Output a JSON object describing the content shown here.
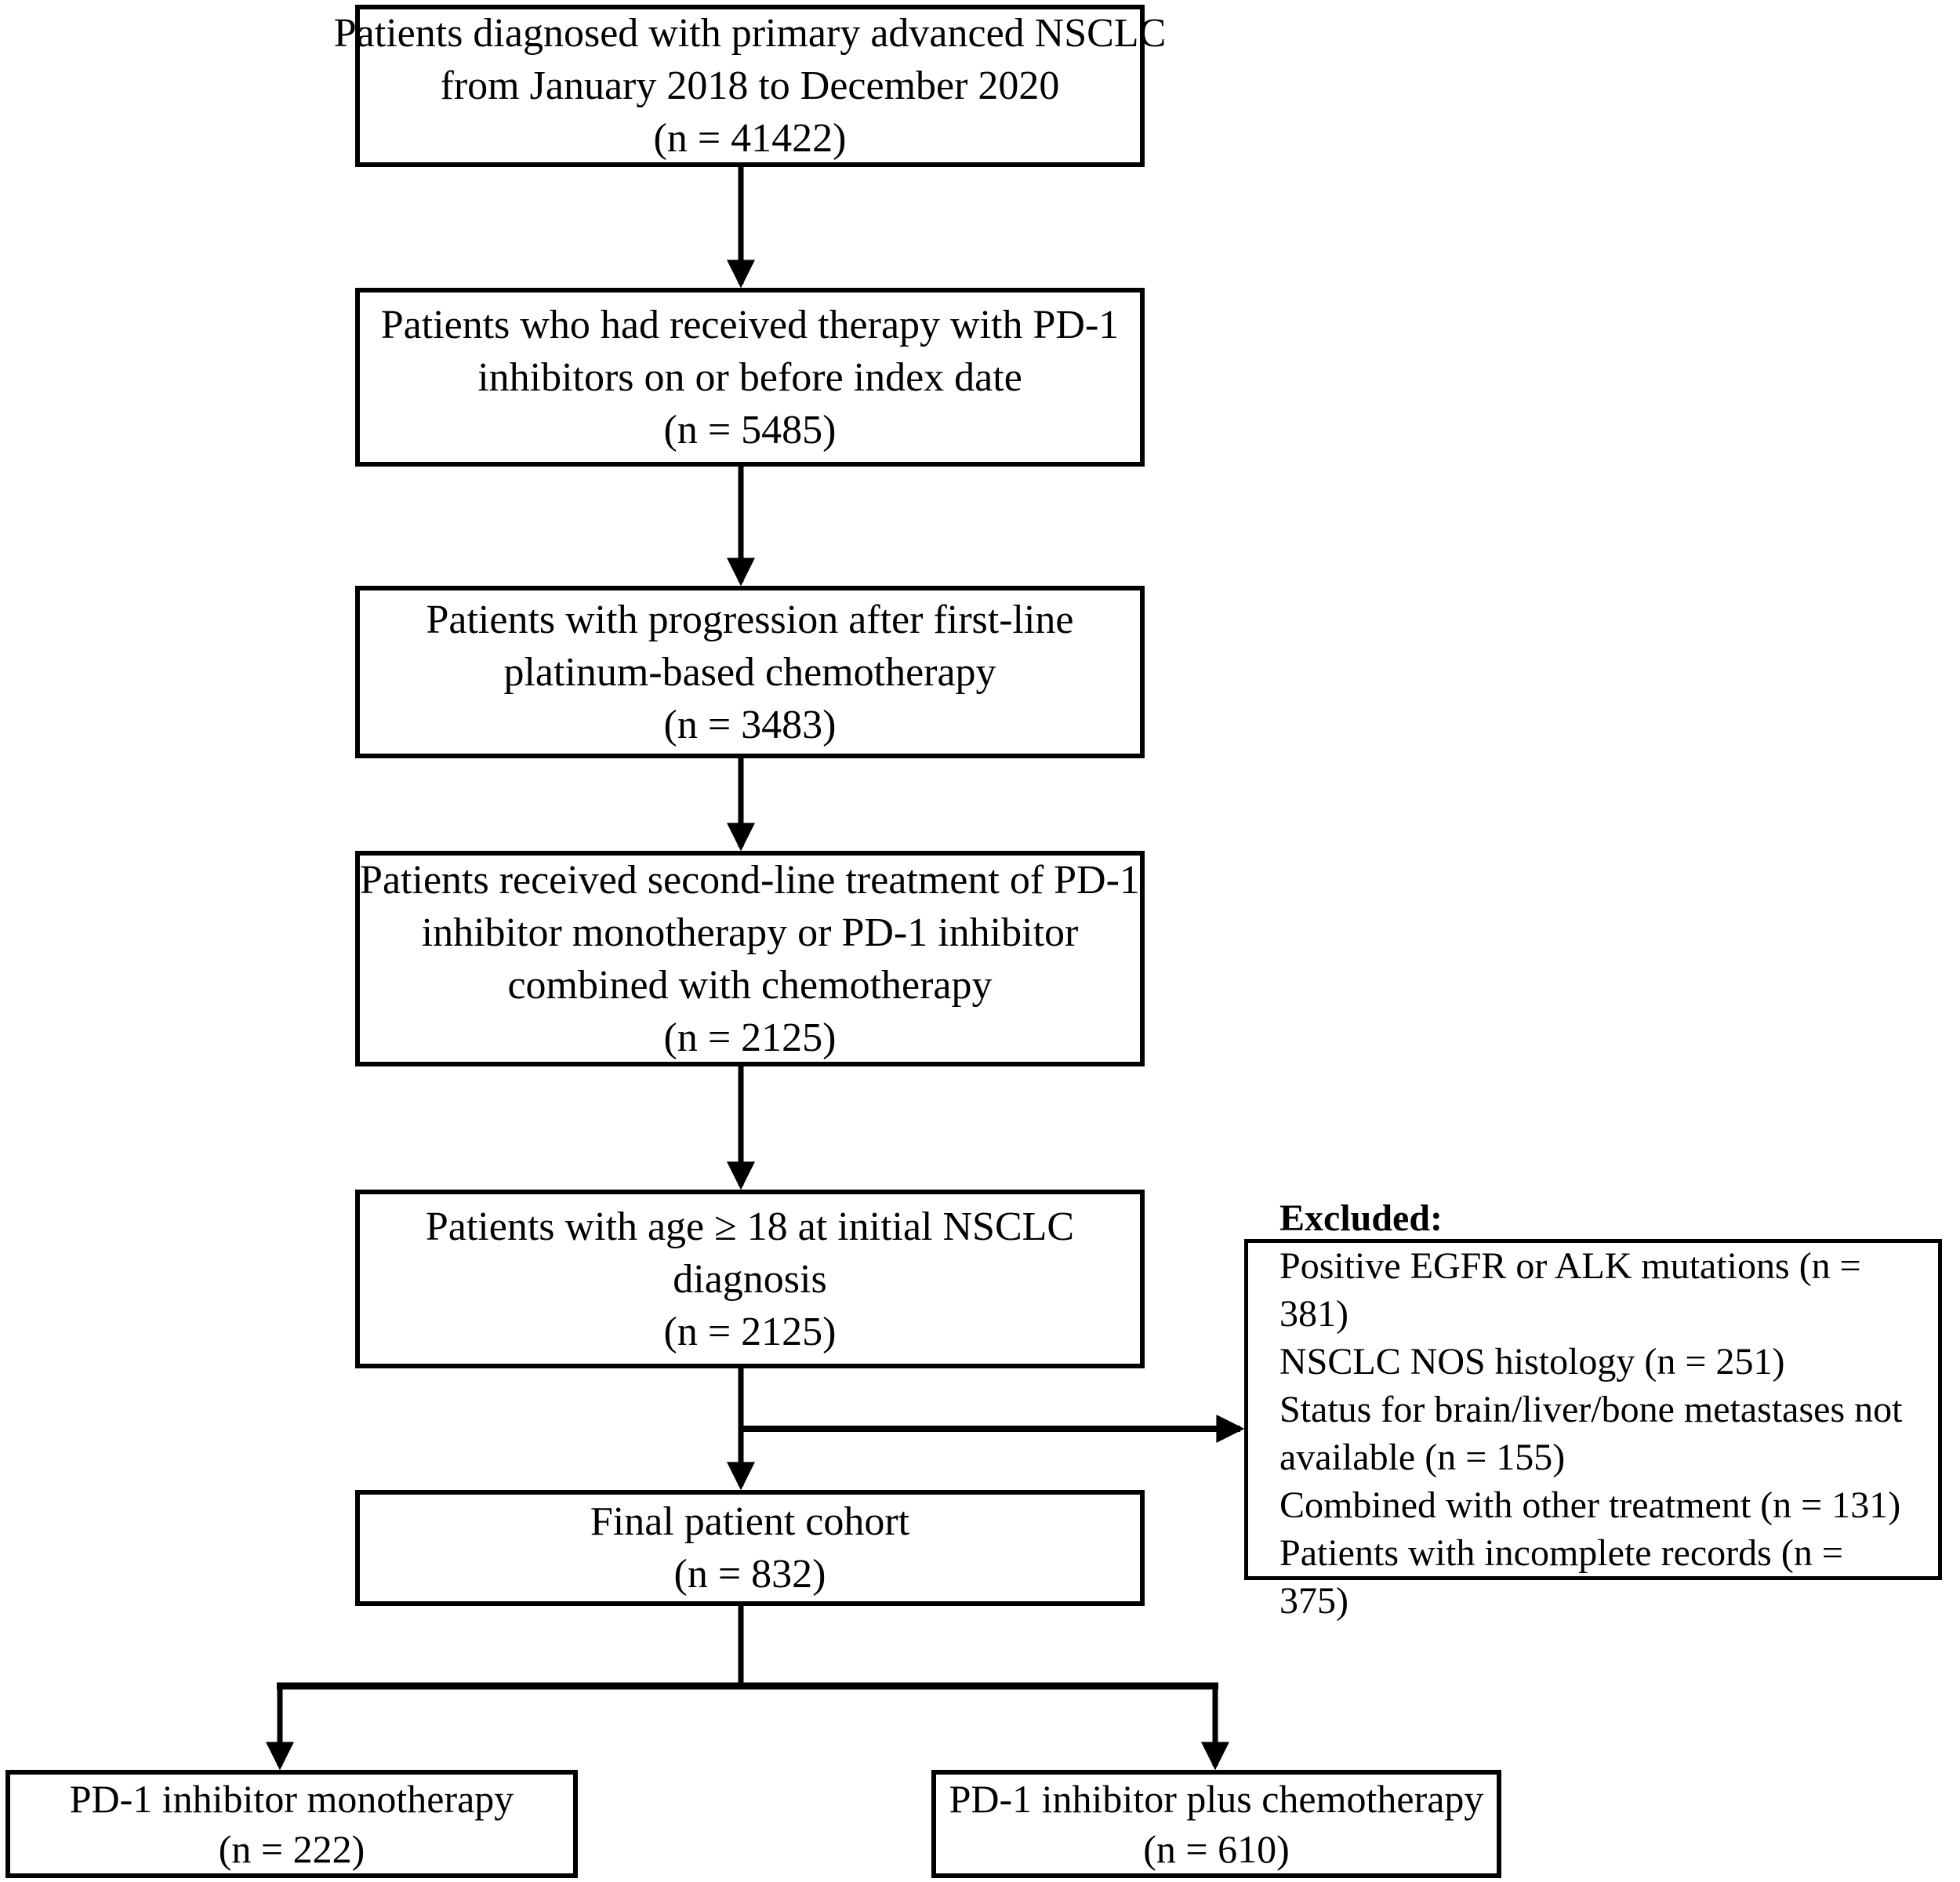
{
  "flowchart": {
    "boxes": {
      "diagnosed": {
        "lines": [
          "Patients diagnosed with primary advanced NSCLC",
          "from January 2018 to December 2020",
          "(n = 41422)"
        ]
      },
      "pd1_therapy": {
        "lines": [
          "Patients who had received therapy with PD-1",
          "inhibitors on or before index date",
          "(n = 5485)"
        ]
      },
      "progression": {
        "lines": [
          "Patients with progression after first-line",
          "platinum-based chemotherapy",
          "(n = 3483)"
        ]
      },
      "second_line": {
        "lines": [
          "Patients received second-line treatment of PD-1",
          "inhibitor monotherapy or PD-1 inhibitor",
          "combined with chemotherapy",
          "(n = 2125)"
        ]
      },
      "age18": {
        "lines": [
          "Patients with age ≥ 18 at initial NSCLC",
          "diagnosis",
          "(n = 2125)"
        ]
      },
      "final_cohort": {
        "lines": [
          "Final patient cohort",
          "(n = 832)"
        ]
      },
      "monotherapy": {
        "lines": [
          "PD-1 inhibitor monotherapy",
          "(n = 222)"
        ]
      },
      "combination": {
        "lines": [
          "PD-1 inhibitor plus chemotherapy",
          "(n = 610)"
        ]
      }
    },
    "excluded": {
      "title": "Excluded:",
      "items": [
        "Positive EGFR or ALK mutations (n = 381)",
        "NSCLC NOS histology (n = 251)",
        "Status for brain/liver/bone metastases not available (n = 155)",
        "Combined with other treatment (n = 131)",
        "Patients with incomplete records (n = 375)"
      ]
    },
    "colors": {
      "line": "#000000",
      "background": "#ffffff"
    }
  }
}
